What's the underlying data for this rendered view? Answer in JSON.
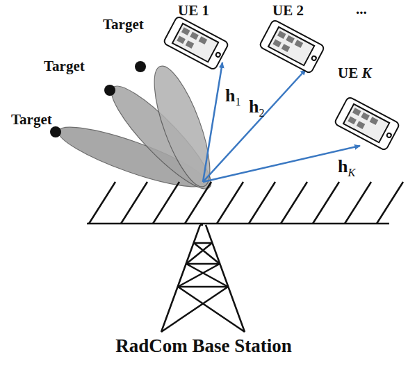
{
  "diagram": {
    "labels": [
      "Target",
      "Target",
      "Target",
      "UE 1",
      "UE 2",
      "...",
      "UE K",
      "h1",
      "h2",
      "hK",
      "RadCom Base Station"
    ]
  }
}
